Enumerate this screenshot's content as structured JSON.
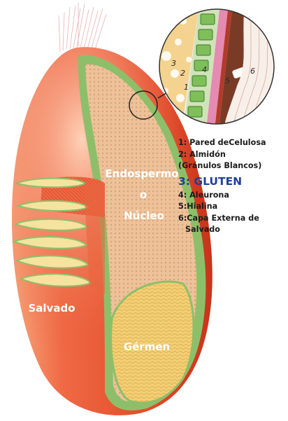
{
  "labels": {
    "endosperm_line1": "Endospermo",
    "endosperm_line2": "o",
    "endosperm_line3": "Núcleo",
    "bran": "Salvado",
    "germ": "Gérmen",
    "inset_n1": "1",
    "inset_n2": "2",
    "inset_n3": "3",
    "inset_n4": "4",
    "inset_n5": "5",
    "inset_n6": "6"
  },
  "legend": {
    "item1": "1: Pared deCelulosa",
    "item2_line1": "2: Almidón",
    "item2_line2": "(Gránulos Blancos)",
    "item3": "3:  GLUTEN",
    "item4": "4: Aleurona",
    "item5": "5:Hialina",
    "item6_line1": "6:Capa Externa de",
    "item6_line2": "Salvado"
  },
  "colors": {
    "bran": "#e8502e",
    "aleurone": "#8dbf6a",
    "endosperm": "#e9b98e",
    "germ": "#f2cc6a",
    "gluten_highlight": "#1f3f9a",
    "cellulose_wall": "#b23a2a",
    "outer_bran": "#7a3b26"
  }
}
